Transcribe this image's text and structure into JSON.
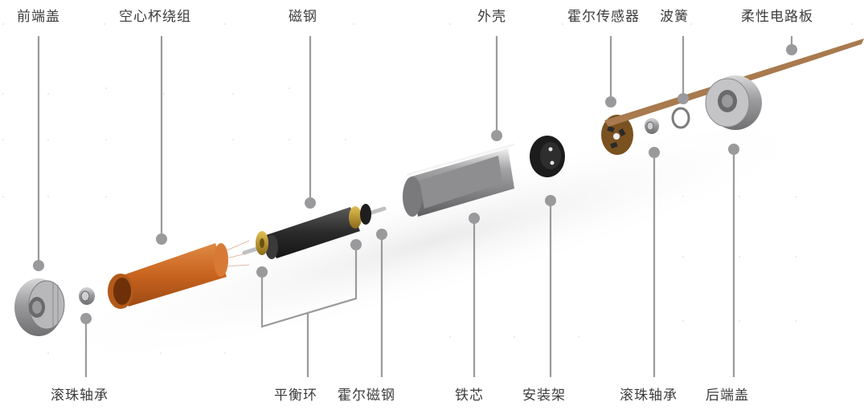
{
  "diagram": {
    "title": "",
    "colors": {
      "leader": "#9a9a9c",
      "label_text": "#3c3c3c",
      "copper": "#c8641f",
      "brass": "#b8922a",
      "steel": "#a8a8aa",
      "black_part": "#1e1e1e",
      "flex_pcb": "#a87a4e"
    },
    "top_labels": [
      {
        "id": "front-end-cap",
        "text": "前端盖"
      },
      {
        "id": "coreless-winding",
        "text": "空心杯绕组"
      },
      {
        "id": "magnet",
        "text": "磁钢"
      },
      {
        "id": "housing",
        "text": "外壳"
      },
      {
        "id": "hall-sensor",
        "text": "霍尔传感器"
      },
      {
        "id": "wave-spring",
        "text": "波簧"
      },
      {
        "id": "flex-pcb",
        "text": "柔性电路板"
      }
    ],
    "bottom_labels": [
      {
        "id": "ball-bearing-front",
        "text": "滚珠轴承"
      },
      {
        "id": "balance-ring",
        "text": "平衡环"
      },
      {
        "id": "hall-magnet",
        "text": "霍尔磁钢"
      },
      {
        "id": "iron-core",
        "text": "铁芯"
      },
      {
        "id": "mounting-bracket",
        "text": "安装架"
      },
      {
        "id": "ball-bearing-rear",
        "text": "滚珠轴承"
      },
      {
        "id": "rear-end-cap",
        "text": "后端盖"
      }
    ]
  }
}
